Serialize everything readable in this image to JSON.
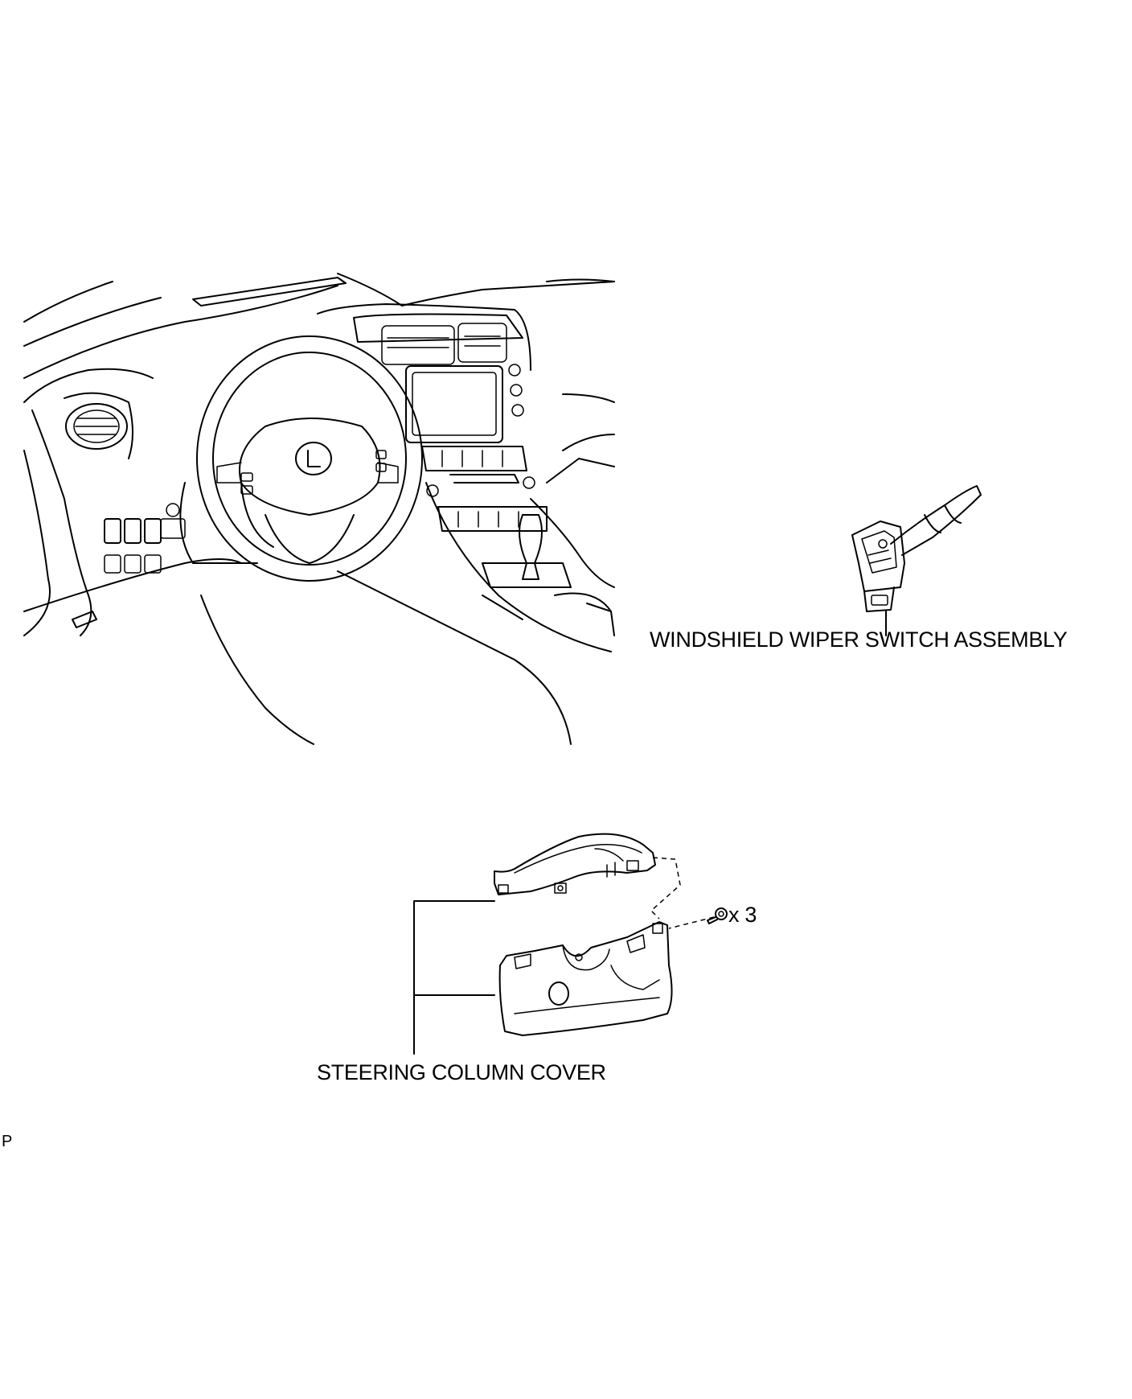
{
  "labels": {
    "wiper_switch": "WINDSHIELD WIPER SWITCH ASSEMBLY",
    "column_cover": "STEERING COLUMN COVER",
    "screw_qty": "x 3",
    "ref": "P"
  }
}
